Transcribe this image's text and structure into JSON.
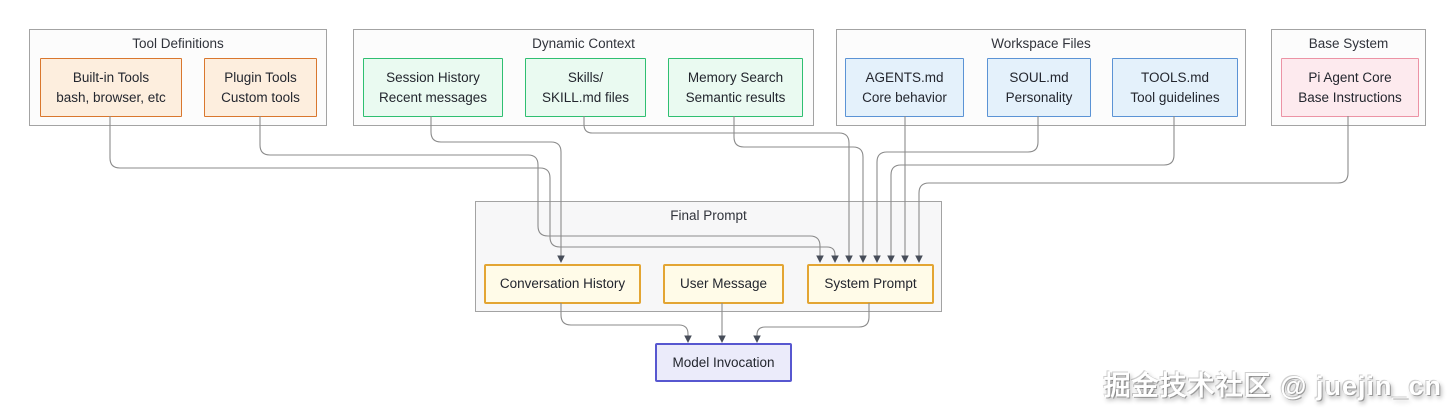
{
  "watermark": {
    "text": "掘金技术社区 @ juejin_cn"
  },
  "diagram": {
    "groups": [
      {
        "id": "tool-definitions",
        "title": "Tool Definitions",
        "nodes": [
          {
            "id": "built-in-tools",
            "line1": "Built-in Tools",
            "line2": "bash, browser, etc",
            "palette": "orange"
          },
          {
            "id": "plugin-tools",
            "line1": "Plugin Tools",
            "line2": "Custom tools",
            "palette": "orange"
          }
        ]
      },
      {
        "id": "dynamic-context",
        "title": "Dynamic Context",
        "nodes": [
          {
            "id": "session-history",
            "line1": "Session History",
            "line2": "Recent messages",
            "palette": "green"
          },
          {
            "id": "skills",
            "line1": "Skills/",
            "line2": "SKILL.md files",
            "palette": "green"
          },
          {
            "id": "memory-search",
            "line1": "Memory Search",
            "line2": "Semantic results",
            "palette": "green"
          }
        ]
      },
      {
        "id": "workspace-files",
        "title": "Workspace Files",
        "nodes": [
          {
            "id": "agents-md",
            "line1": "AGENTS.md",
            "line2": "Core behavior",
            "palette": "blue"
          },
          {
            "id": "soul-md",
            "line1": "SOUL.md",
            "line2": "Personality",
            "palette": "blue"
          },
          {
            "id": "tools-md",
            "line1": "TOOLS.md",
            "line2": "Tool guidelines",
            "palette": "blue"
          }
        ]
      },
      {
        "id": "base-system",
        "title": "Base System",
        "nodes": [
          {
            "id": "pi-agent-core",
            "line1": "Pi Agent Core",
            "line2": "Base Instructions",
            "palette": "pink"
          }
        ]
      }
    ],
    "final_prompt": {
      "title": "Final Prompt",
      "nodes": [
        {
          "id": "conversation-history",
          "label": "Conversation History",
          "palette": "yellow"
        },
        {
          "id": "user-message",
          "label": "User Message",
          "palette": "yellow"
        },
        {
          "id": "system-prompt",
          "label": "System Prompt",
          "palette": "yellow"
        }
      ]
    },
    "model_invocation": {
      "id": "model-invocation",
      "label": "Model Invocation",
      "palette": "purple"
    },
    "edges": [
      {
        "from": "session-history",
        "to": "conversation-history"
      },
      {
        "from": "plugin-tools",
        "to": "system-prompt"
      },
      {
        "from": "built-in-tools",
        "to": "system-prompt"
      },
      {
        "from": "skills",
        "to": "system-prompt"
      },
      {
        "from": "memory-search",
        "to": "system-prompt"
      },
      {
        "from": "agents-md",
        "to": "system-prompt"
      },
      {
        "from": "soul-md",
        "to": "system-prompt"
      },
      {
        "from": "tools-md",
        "to": "system-prompt"
      },
      {
        "from": "pi-agent-core",
        "to": "system-prompt"
      },
      {
        "from": "conversation-history",
        "to": "model-invocation"
      },
      {
        "from": "user-message",
        "to": "model-invocation"
      },
      {
        "from": "system-prompt",
        "to": "model-invocation"
      }
    ],
    "colors": {
      "line": "#8b8b8b",
      "arrow": "#474d59",
      "container_border": "#a3a3a3",
      "container_fill": "#fcfcfc",
      "final_fill": "#f7f7f8",
      "orange_border": "#d9772e",
      "orange_fill": "#fdeede",
      "green_border": "#2fbf71",
      "green_fill": "#eafaf1",
      "blue_border": "#5b93d5",
      "blue_fill": "#e4f1fb",
      "pink_border": "#ec93a5",
      "pink_fill": "#fdeaee",
      "yellow_border": "#e3a533",
      "yellow_fill": "#fffbe8",
      "purple_border": "#5757d0",
      "purple_fill": "#ebebfa"
    }
  }
}
